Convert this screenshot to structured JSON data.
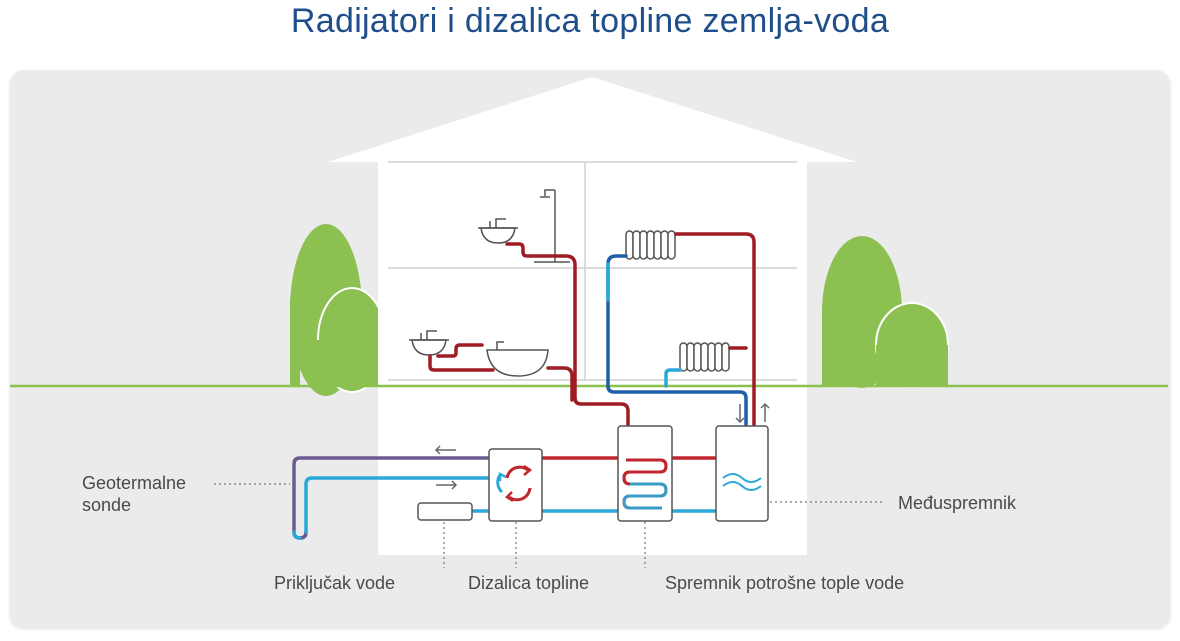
{
  "title": "Radijatori i dizalica topline zemlja-voda",
  "labels": {
    "geothermal_line1": "Geotermalne",
    "geothermal_line2": "sonde",
    "water_connection": "Priključak vode",
    "heat_pump": "Dizalica topline",
    "hot_water_tank": "Spremnik potrošne tople vode",
    "buffer_tank": "Međuspremnik"
  },
  "colors": {
    "title": "#1f4f8a",
    "hot_pipe": "#c0262d",
    "hot_pipe_dark": "#9e1c23",
    "cold_pipe": "#2aa8d8",
    "return_pipe": "#1f5fa8",
    "ground": "#8cc051",
    "tree": "#8cc051",
    "house": "#ffffff",
    "panel": "#ebebeb"
  },
  "icons": [
    "sink-icon",
    "shower-icon",
    "bathtub-icon",
    "radiator-icon",
    "heat-pump-icon",
    "hot-water-tank-icon",
    "buffer-tank-icon",
    "water-connection-icon",
    "tree-icon",
    "flow-arrow-icon"
  ]
}
